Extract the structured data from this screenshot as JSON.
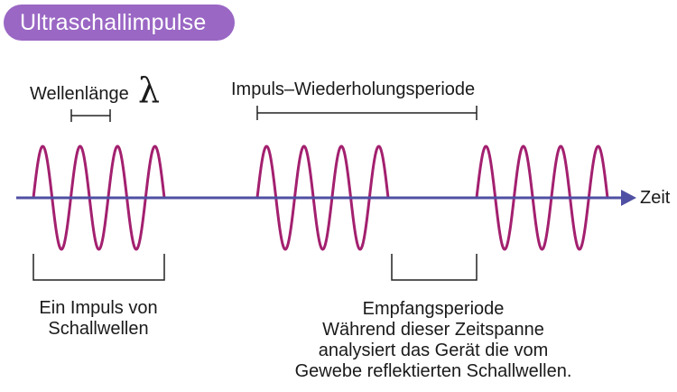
{
  "title": "Ultraschallimpulse",
  "labels": {
    "wavelength": "Wellenlänge",
    "lambda": "λ",
    "prp": "Impuls–Wiederholungsperiode",
    "time": "Zeit",
    "pulse_line1": "Ein Impuls von",
    "pulse_line2": "Schallwellen",
    "receive_title": "Empfangsperiode",
    "receive_line1": "Während dieser Zeitspanne",
    "receive_line2": "analysiert das Gerät die vom",
    "receive_line3": "Gewebe reflektierten Schallwellen."
  },
  "colors": {
    "title_bg": "#9a67c4",
    "wave": "#a3206f",
    "axis": "#4f4fa3",
    "bracket": "#222222"
  }
}
